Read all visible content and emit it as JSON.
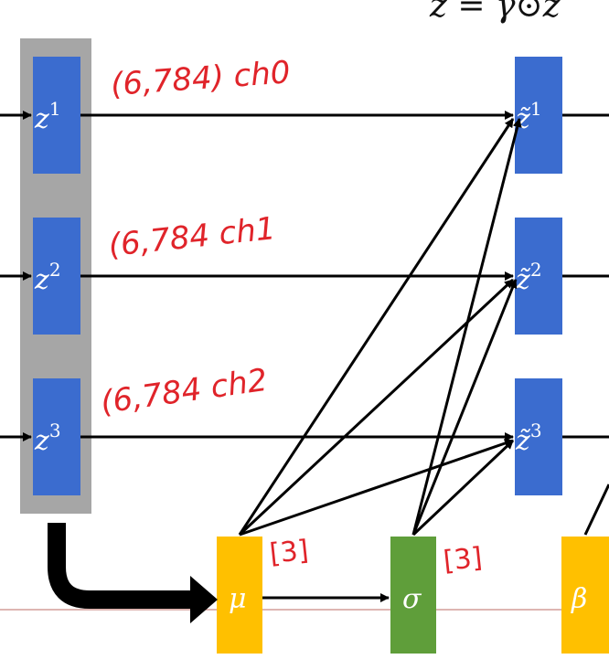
{
  "header": {
    "equation": "z̃ = γ⊙z"
  },
  "inputs": [
    {
      "base": "z",
      "sup": "1"
    },
    {
      "base": "z",
      "sup": "2"
    },
    {
      "base": "z",
      "sup": "3"
    }
  ],
  "outputs": [
    {
      "base": "z̃",
      "sup": "1"
    },
    {
      "base": "z̃",
      "sup": "2"
    },
    {
      "base": "z̃",
      "sup": "3"
    }
  ],
  "nodes": {
    "mu": "μ",
    "sigma": "σ",
    "beta": "β"
  },
  "annotations": {
    "ch0": "(6,784) ch0",
    "ch1": "(6,784 ch1",
    "ch2": "(6,784 ch2",
    "mu_shape": "[3]",
    "sigma_shape": "[3]"
  },
  "colors": {
    "input_box": "#3b6ccf",
    "input_group_bg": "#a6a6a6",
    "output_box": "#3b6ccf",
    "mu_box": "#ffc000",
    "sigma_box": "#5f9e3a",
    "beta_box": "#ffc000",
    "annotation": "#e0242a",
    "arrow": "#000000"
  }
}
